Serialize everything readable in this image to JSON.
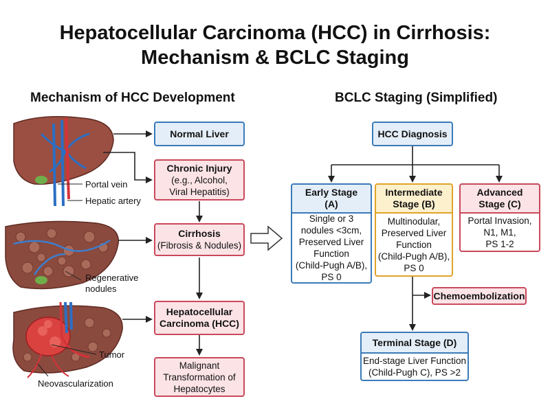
{
  "title": {
    "line1": "Hepatocellular Carcinoma (HCC) in Cirrhosis:",
    "line2": "Mechanism & BCLC Staging"
  },
  "mechanism": {
    "heading": "Mechanism of HCC Development",
    "normal_liver": "Normal Liver",
    "chronic_injury": {
      "title": "Chronic Injury",
      "line1": "(e.g., Alcohol,",
      "line2": "Viral Hepatitis)"
    },
    "cirrhosis": {
      "title": "Cirrhosis",
      "sub": "(Fibrosis & Nodules)"
    },
    "hcc": {
      "line1": "Hepatocellular",
      "line2": "Carcinoma (HCC)"
    },
    "malignant": {
      "line1": "Malignant",
      "line2": "Transformation of",
      "line3": "Hepatocytes"
    },
    "labels": {
      "portal_vein": "Portal vein",
      "hepatic_artery": "Hepatic artery",
      "regen1": "Regenerative",
      "regen2": "nodules",
      "tumor": "Tumor",
      "neovasc": "Neovascularization"
    }
  },
  "bclc": {
    "heading": "BCLC Staging (Simplified)",
    "diagnosis": "HCC Diagnosis",
    "early": {
      "title1": "Early Stage",
      "title2": "(A)",
      "d1": "Single or 3",
      "d2": "nodules <3cm,",
      "d3": "Preserved Liver",
      "d4": "Function",
      "d5": "(Child-Pugh A/B),",
      "d6": "PS 0"
    },
    "intermediate": {
      "title1": "Intermediate",
      "title2": "Stage (B)",
      "d1": "Multinodular,",
      "d2": "Preserved Liver",
      "d3": "Function",
      "d4": "(Child-Pugh A/B),",
      "d5": "PS 0"
    },
    "advanced": {
      "title1": "Advanced",
      "title2": "Stage (C)",
      "d1": "Portal Invasion,",
      "d2": "N1, M1,",
      "d3": "PS 1-2"
    },
    "chemo": "Chemoembolization",
    "terminal": {
      "title": "Terminal Stage (D)",
      "d1": "End-stage Liver Function",
      "d2": "(Child-Pugh C), PS >2"
    }
  },
  "colors": {
    "blue": "#3a7ab8",
    "pink": "#c9485b",
    "yellow": "#e0a329",
    "liver": "#8b4a3e"
  }
}
